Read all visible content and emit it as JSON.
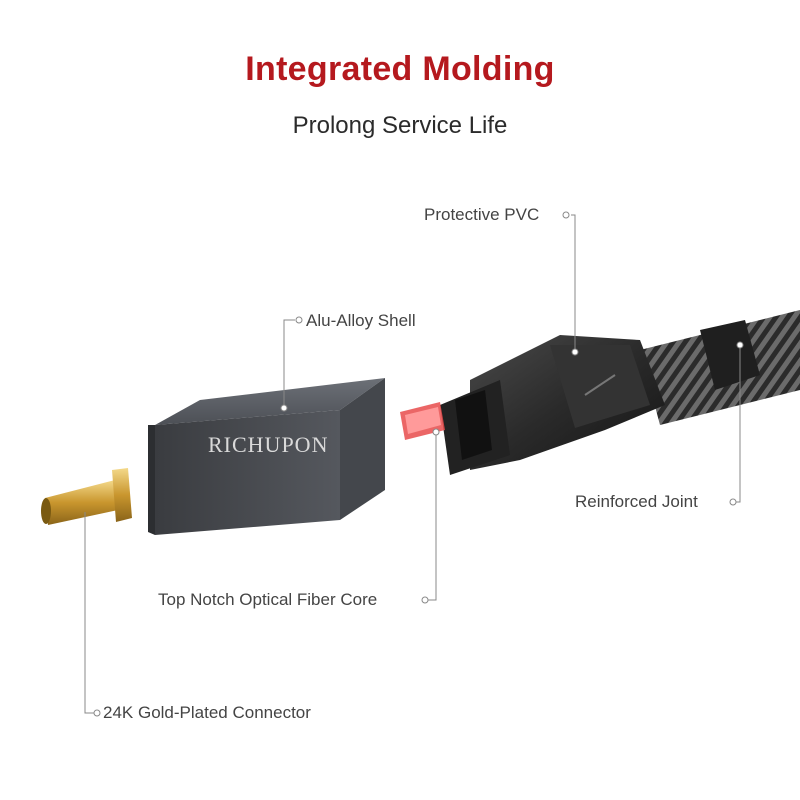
{
  "header": {
    "title": "Integrated Molding",
    "subtitle": "Prolong Service Life"
  },
  "brand": "RICHUPON",
  "callouts": {
    "protective_pvc": "Protective PVC",
    "alu_alloy_shell": "Alu-Alloy Shell",
    "reinforced_joint": "Reinforced Joint",
    "fiber_core": "Top Notch Optical Fiber Core",
    "gold_connector": "24K Gold-Plated Connector"
  },
  "colors": {
    "title": "#b5191e",
    "shell": "#4a4d52",
    "gold": "#d4a64a",
    "fiber": "#e84b4b"
  }
}
